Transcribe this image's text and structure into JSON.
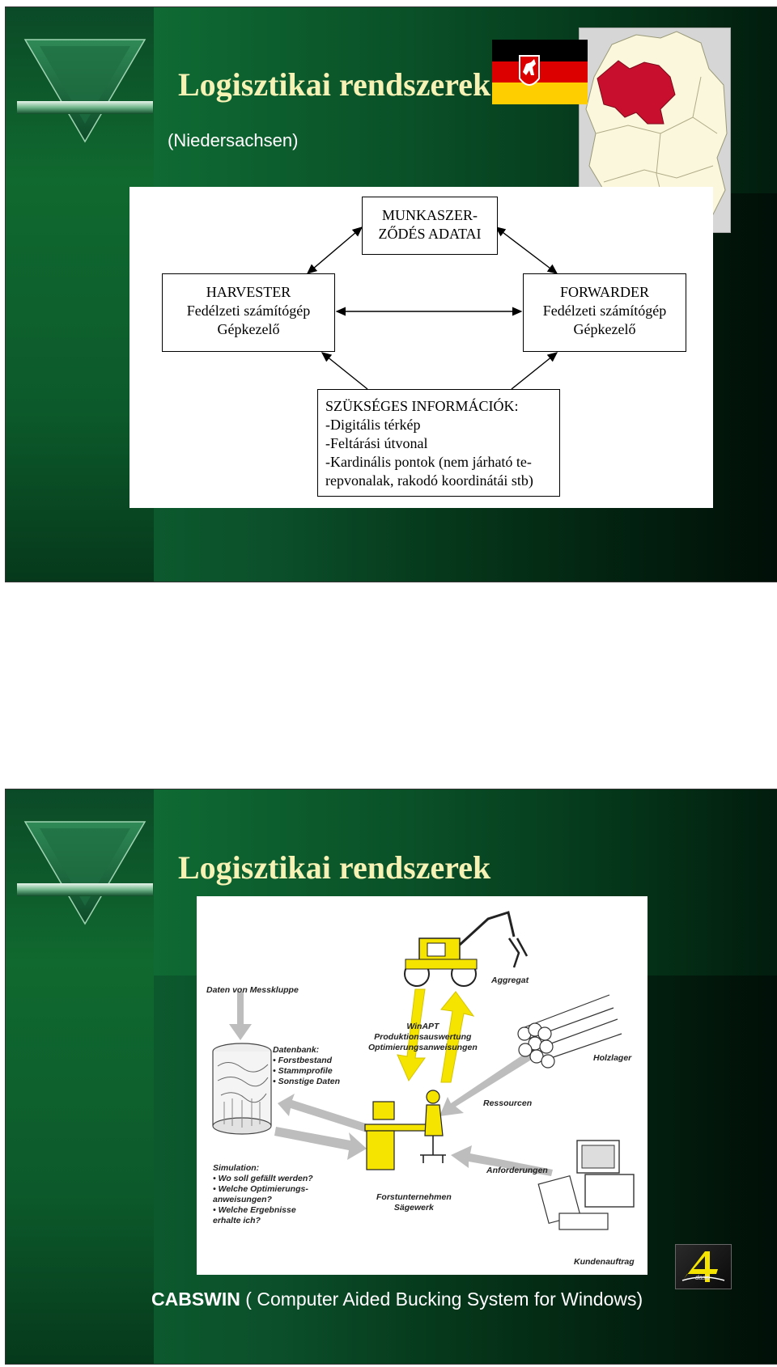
{
  "slide1": {
    "title": "Logisztikai rendszerek",
    "subtitle": "(Niedersachsen)",
    "diagram": {
      "top_box": [
        "MUNKASZER-",
        "ZŐDÉS ADATAI"
      ],
      "left_box": [
        "HARVESTER",
        "Fedélzeti számítógép",
        "Gépkezelő"
      ],
      "right_box": [
        "FORWARDER",
        "Fedélzeti számítógép",
        "Gépkezelő"
      ],
      "bottom_box": {
        "heading": "SZÜKSÉGES INFORMÁCIÓK:",
        "items": [
          "-Digitális térkép",
          "-Feltárási útvonal",
          "-Kardinális pontok (nem járható te-",
          "repvonalak, rakodó koordinátái stb)"
        ]
      }
    }
  },
  "slide2": {
    "title": "Logisztikai rendszerek",
    "illustration": {
      "daten_von_messkluppe": "Daten von Messkluppe",
      "aggregat": "Aggregat",
      "winapt": [
        "WinAPT",
        "Produktionsauswertung",
        "Optimierungsanweisungen"
      ],
      "datenbank_title": "Datenbank:",
      "datenbank_items": [
        "• Forstbestand",
        "• Stammprofile",
        "• Sonstige Daten"
      ],
      "holzlager": "Holzlager",
      "ressourcen": "Ressourcen",
      "anforderungen": "Anforderungen",
      "simulation_title": "Simulation:",
      "simulation_items": [
        "• Wo soll gefällt werden?",
        "• Welche Optimierungs-",
        "  anweisungen?",
        "• Welche Ergebnisse",
        "  erhalte ich?"
      ],
      "forstunternehmen": [
        "Forstunternehmen",
        "Sägewerk"
      ],
      "kundenauftrag": "Kundenauftrag"
    },
    "caption_bold": "CABSWIN",
    "caption_rest": " ( Computer Aided Bucking System for Windows)",
    "logo_text": "dasa"
  },
  "colors": {
    "title": "#f6f1b4",
    "highlight_yellow": "#f5e400",
    "niedersachsen_red": "#c8102e"
  }
}
